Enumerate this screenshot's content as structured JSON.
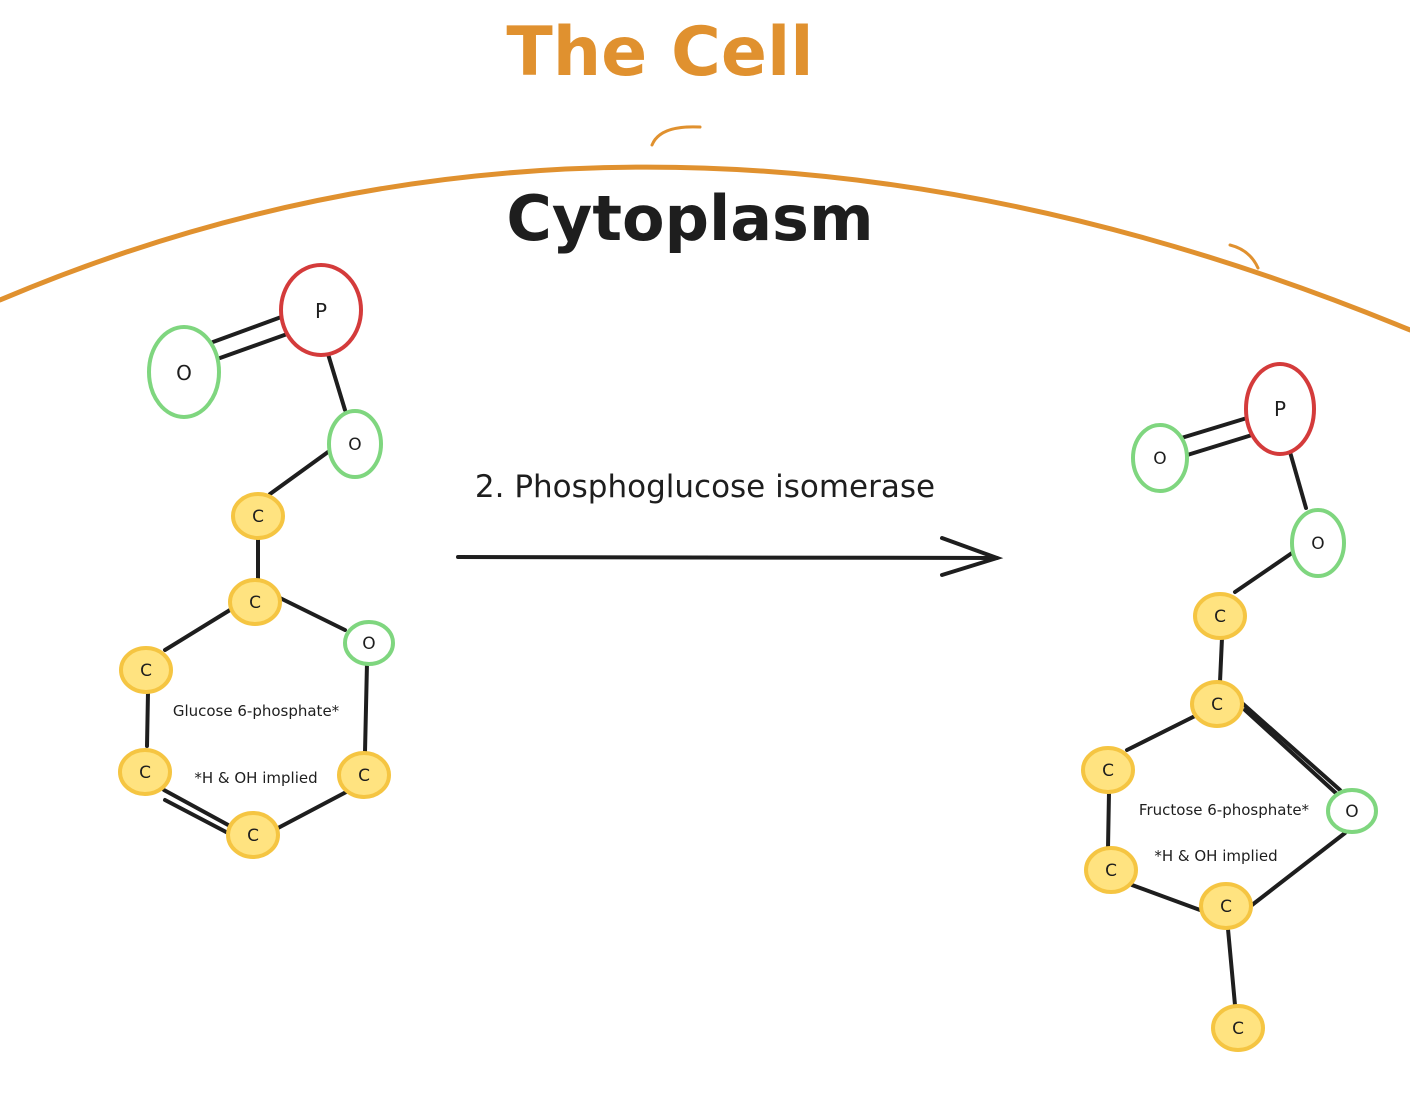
{
  "title": "The Cell",
  "region_label": "Cytoplasm",
  "reaction_label": "2. Phosphoglucose isomerase",
  "colors": {
    "title": "#e0912f",
    "membrane": "#e0912f",
    "carbon_fill": "#ffe380",
    "carbon_stroke": "#f5c542",
    "oxygen_stroke": "#7fd67f",
    "phosphorus_stroke": "#d43b3b",
    "ink": "#1e1e1e"
  },
  "molecules": {
    "glucose": {
      "name": "Glucose 6-phosphate*",
      "note": "*H & OH implied",
      "atoms": {
        "o_double": "O",
        "phosphorus": "P",
        "o_bridge": "O",
        "c6": "C",
        "c5": "C",
        "o_ring": "O",
        "c4": "C",
        "c3": "C",
        "c2": "C",
        "c1": "C"
      }
    },
    "fructose": {
      "name": "Fructose 6-phosphate*",
      "note": "*H & OH implied",
      "atoms": {
        "o_double": "O",
        "phosphorus": "P",
        "o_bridge": "O",
        "c6": "C",
        "c5": "C",
        "c4": "C",
        "o_ring": "O",
        "c3": "C",
        "c2": "C",
        "c1": "C"
      }
    }
  }
}
